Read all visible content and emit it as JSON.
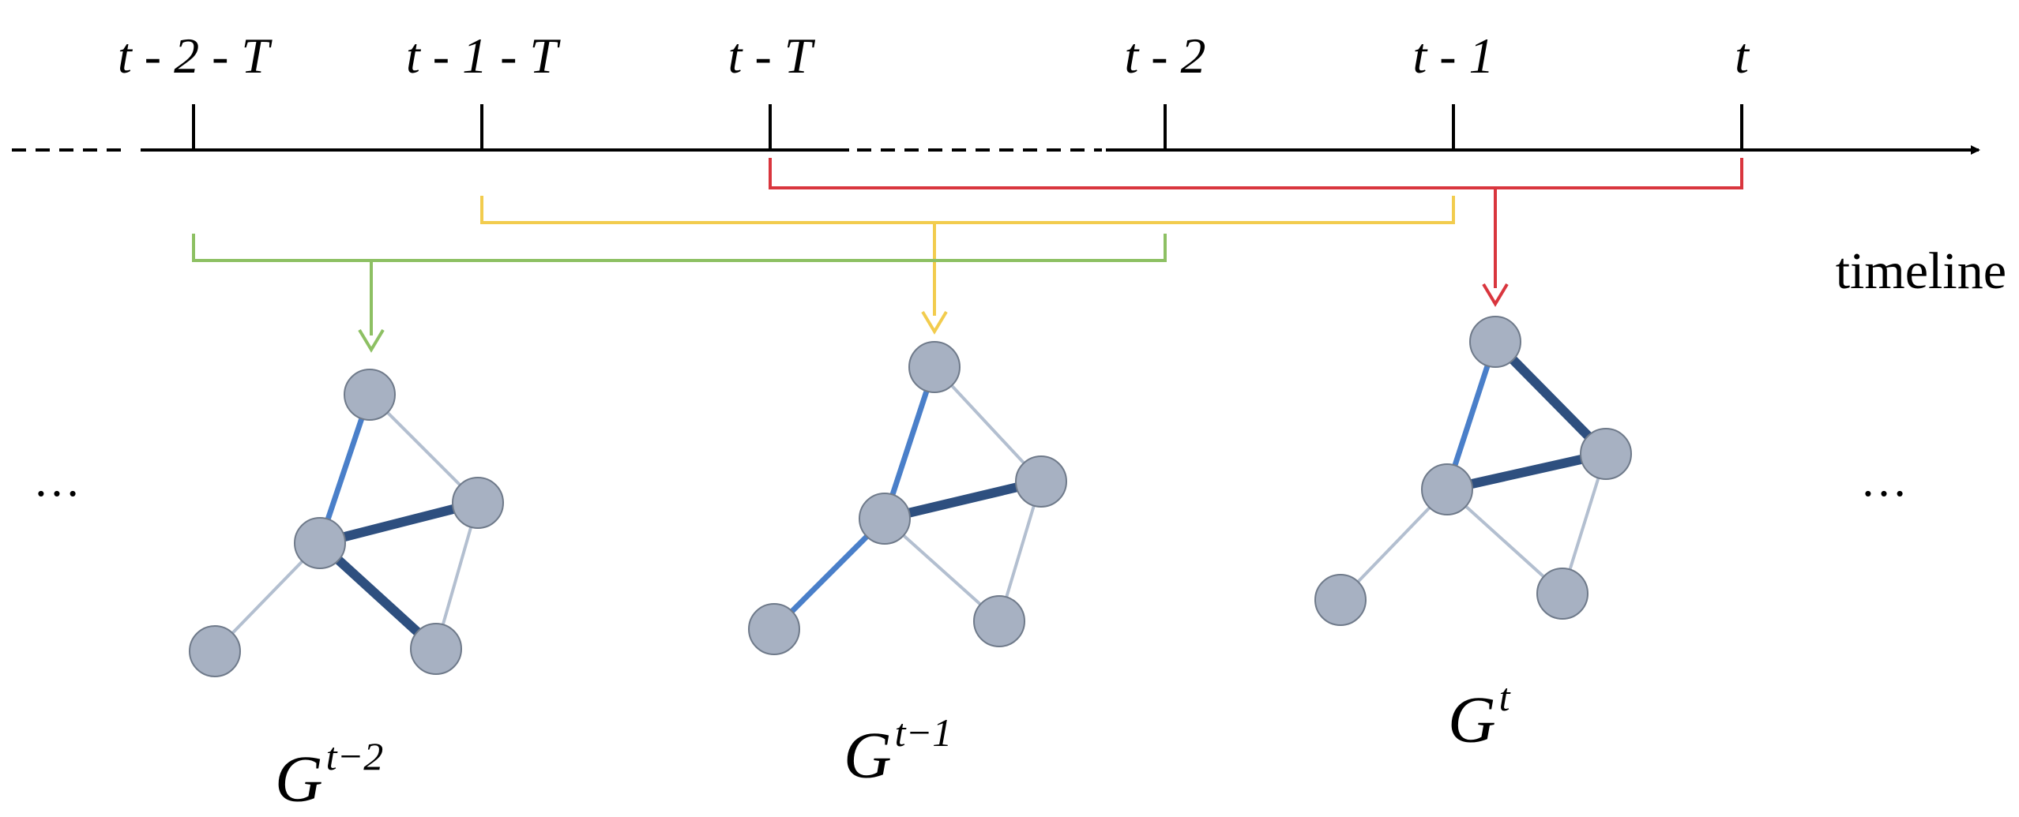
{
  "timeline": {
    "axis_label": "timeline",
    "ticks": [
      "t - 2 - T",
      "t - 1 - T",
      "t - T",
      "t - 2",
      "t - 1",
      "t"
    ]
  },
  "windows": [
    {
      "name": "window-t-minus-2",
      "color": "#8dc063"
    },
    {
      "name": "window-t-minus-1",
      "color": "#f2cc4e"
    },
    {
      "name": "window-t",
      "color": "#d9363e"
    }
  ],
  "graphs": [
    {
      "label": "G",
      "superscript": "t−2"
    },
    {
      "label": "G",
      "superscript": "t−1"
    },
    {
      "label": "G",
      "superscript": "t"
    }
  ],
  "edge_colors": {
    "strong": "#2e4f7f",
    "medium": "#4a7fc9",
    "weak": "#b3bfd0"
  },
  "ellipsis": "…"
}
